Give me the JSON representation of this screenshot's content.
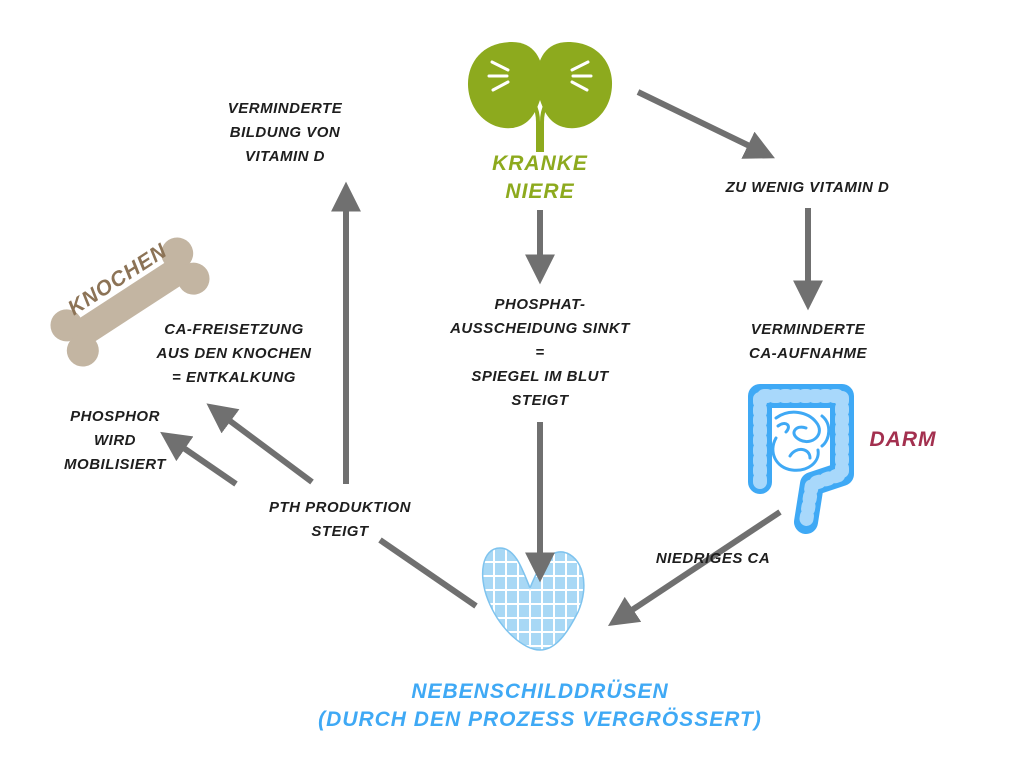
{
  "colors": {
    "kidney": "#8DAA1E",
    "thyroid": "#3FA9F5",
    "intestine": "#3FA9F5",
    "bone": "#C3B5A2",
    "bone_label": "#8C7356",
    "darm_label": "#A3304F",
    "arrow": "#707070",
    "text": "#1e1e1e"
  },
  "icons": {
    "kidney": "kidney-icon",
    "bone": "bone-icon",
    "intestine": "intestine-icon",
    "thyroid": "parathyroid-icon"
  },
  "labels": {
    "kranke_niere": "KRANKE\nNIERE",
    "verminderte_vitamin_d": "VERMINDERTE\nBILDUNG VON\nVITAMIN D",
    "zu_wenig_vitamin_d": "ZU WENIG VITAMIN D",
    "knochen": "KNOCHEN",
    "ca_freisetzung": "CA-FREISETZUNG\nAUS DEN KNOCHEN\n= ENTKALKUNG",
    "phosphat": "PHOSPHAT-\nAUSSCHEIDUNG SINKT\n=\nSPIEGEL IM BLUT\nSTEIGT",
    "verminderte_ca": "VERMINDERTE\nCA-AUFNAHME",
    "darm": "DARM",
    "phosphor": "PHOSPHOR\nWIRD\nMOBILISIERT",
    "pth": "PTH PRODUKTION\nSTEIGT",
    "niedriges_ca": "NIEDRIGES CA",
    "nebenschilddruesen": "NEBENSCHILDDRÜSEN\n(DURCH DEN PROZESS VERGRÖSSERT)"
  }
}
